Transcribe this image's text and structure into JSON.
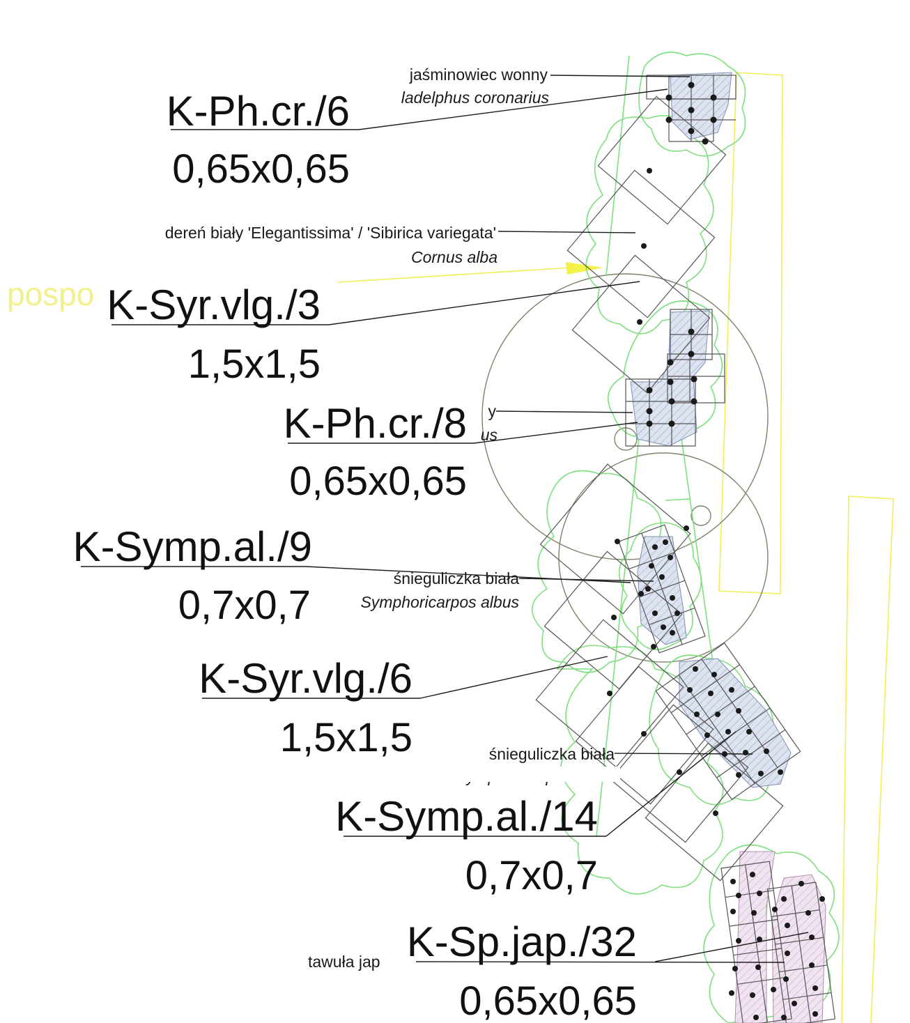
{
  "colors": {
    "leader": "#1a1a1a",
    "outline_green": "#7ee07e",
    "grid_gray": "#555555",
    "tree_canopy": "#7a8468",
    "border_yellow": "#f0ee55",
    "hatch_blue": "#b8c4dc",
    "hatch_purple": "#d8c0dc"
  },
  "ghost_label": "pospo",
  "labels": [
    {
      "code": "K-Ph.cr./6",
      "size": "0,65x0,65",
      "species_pl": "jaśminowiec wonny",
      "species_lat": "ladelphus coronarius"
    },
    {
      "species_pl": "dereń biały 'Elegantissima' / 'Sibirica variegata'",
      "species_lat": "Cornus alba"
    },
    {
      "code": "K-Syr.vlg./3",
      "size": "1,5x1,5"
    },
    {
      "code": "K-Ph.cr./8",
      "size": "0,65x0,65",
      "species_pl": "y",
      "species_lat": "us"
    },
    {
      "code": "K-Symp.al./9",
      "size": "0,7x0,7",
      "species_pl": "śnieguliczka biała",
      "species_lat": "Symphoricarpos albus"
    },
    {
      "code": "K-Syr.vlg./6",
      "size": "1,5x1,5"
    },
    {
      "code": "K-Symp.al./14",
      "size": "0,7x0,7",
      "species_pl": "śnieguliczka biała",
      "species_lat": "Symphoricarpos albus"
    },
    {
      "code": "K-Sp.jap./32",
      "size": "0,65x0,65",
      "species_pl": "tawuła jap"
    }
  ]
}
